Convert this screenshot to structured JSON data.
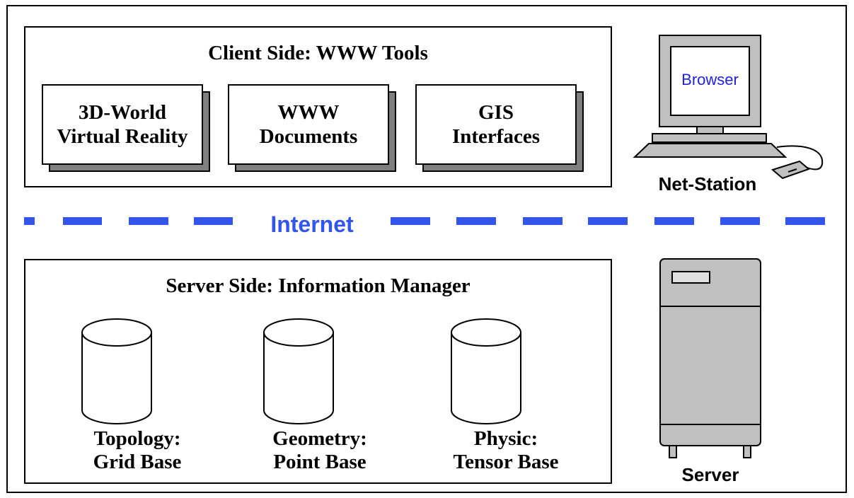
{
  "client": {
    "title": "Client Side: WWW Tools",
    "tools": [
      {
        "line1": "3D-World",
        "line2": "Virtual Reality"
      },
      {
        "line1": "WWW",
        "line2": "Documents"
      },
      {
        "line1": "GIS",
        "line2": "Interfaces"
      }
    ]
  },
  "netstation": {
    "screen_text": "Browser",
    "label": "Net-Station"
  },
  "internet": {
    "label": "Internet",
    "color": "#3355ee"
  },
  "server_side": {
    "title": "Server Side: Information Manager",
    "bases": [
      {
        "line1": "Topology:",
        "line2": "Grid Base"
      },
      {
        "line1": "Geometry:",
        "line2": "Point Base"
      },
      {
        "line1": "Physic:",
        "line2": "Tensor Base"
      }
    ]
  },
  "server": {
    "label": "Server"
  }
}
